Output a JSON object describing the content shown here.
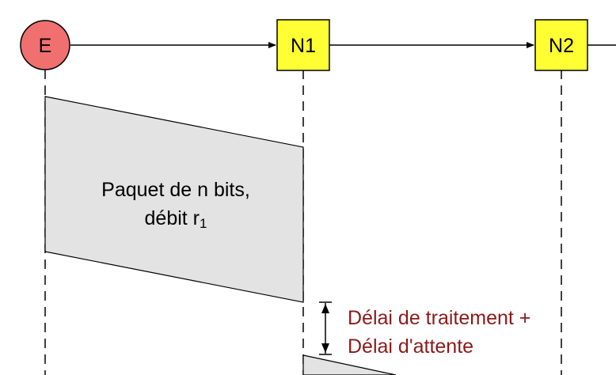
{
  "nodes": {
    "e": {
      "label": "E",
      "fill": "#f07070"
    },
    "n1": {
      "label": "N1",
      "fill": "#ffff33"
    },
    "n2": {
      "label": "N2",
      "fill": "#ffff33"
    }
  },
  "packet": {
    "line1": "Paquet de n bits,",
    "line2_prefix": "débit r",
    "line2_sub": "1",
    "fill": "#e3e3e3"
  },
  "delay": {
    "line1": "Délai de traitement +",
    "line2": "Délai d'attente",
    "color": "#8b1a1a"
  }
}
